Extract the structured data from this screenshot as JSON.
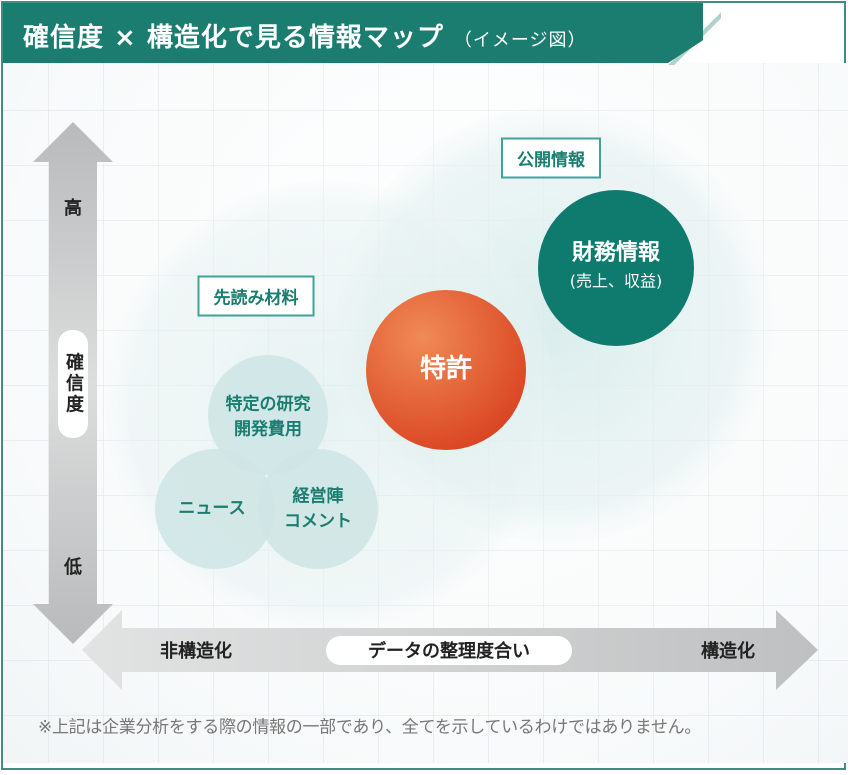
{
  "title": "確信度 × 構造化で見る情報マップ",
  "title_sub": "（イメージ図）",
  "y_axis": {
    "title": "確信度",
    "high": "高",
    "low": "低"
  },
  "x_axis": {
    "title": "データの整理度合い",
    "low": "非構造化",
    "high": "構造化"
  },
  "groups": {
    "public_info": "公開情報",
    "leading_material": "先読み材料"
  },
  "nodes": {
    "patent": "特許",
    "financial": {
      "line1": "財務情報",
      "line2": "(売上、収益)"
    },
    "rnd": {
      "line1": "特定の研究",
      "line2": "開発費用"
    },
    "news": "ニュース",
    "exec_comment": {
      "line1": "経営陣",
      "line2": "コメント"
    }
  },
  "footnote": "※上記は企業分析をする際の情報の一部であり、全てを示しているわけではありません。",
  "colors": {
    "brand": "#1a7d70",
    "patent_orange": "#e3532a",
    "financial_teal": "#0f7a6e",
    "bubble_light": "#cfe5e6",
    "arrow_gray": "#c9cacb"
  }
}
